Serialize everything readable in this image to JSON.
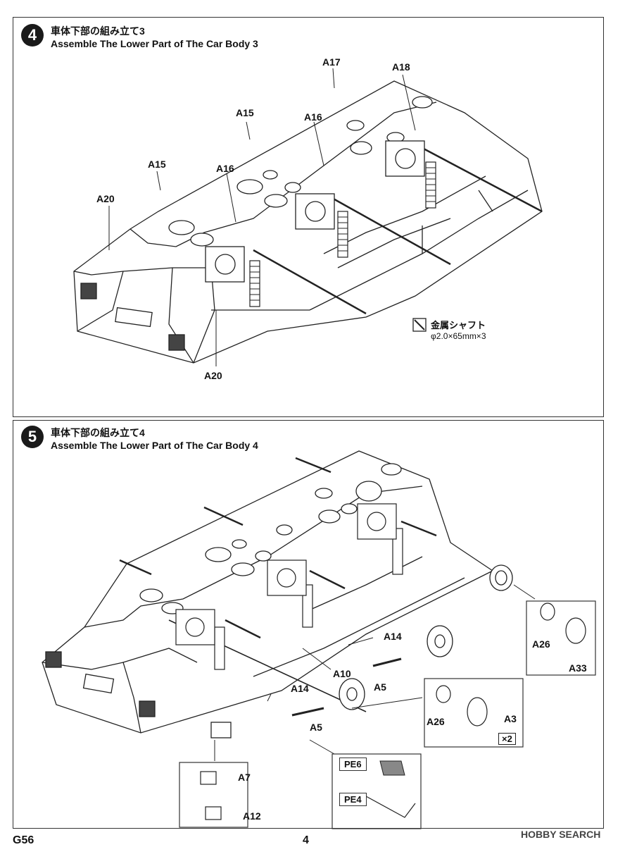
{
  "step4": {
    "number": "4",
    "title_jp": "車体下部の組み立て3",
    "title_en": "Assemble The Lower Part of The Car Body 3",
    "labels": [
      "A17",
      "A18",
      "A15",
      "A16",
      "A15",
      "A16",
      "A20",
      "A20"
    ],
    "shaft_jp": "金属シャフト",
    "shaft_spec": "φ2.0×65mm×3"
  },
  "step5": {
    "number": "5",
    "title_jp": "車体下部の組み立て4",
    "title_en": "Assemble The Lower Part of The  Car Body 4",
    "labels": [
      "A14",
      "A10",
      "A5",
      "A14",
      "A5",
      "A26",
      "A33",
      "A26",
      "A3",
      "A7",
      "A12"
    ],
    "multiplier": "×2",
    "pe6": "PE6",
    "pe4": "PE4"
  },
  "footer": {
    "code": "G56",
    "page": "4",
    "watermark": "HOBBY SEARCH"
  }
}
